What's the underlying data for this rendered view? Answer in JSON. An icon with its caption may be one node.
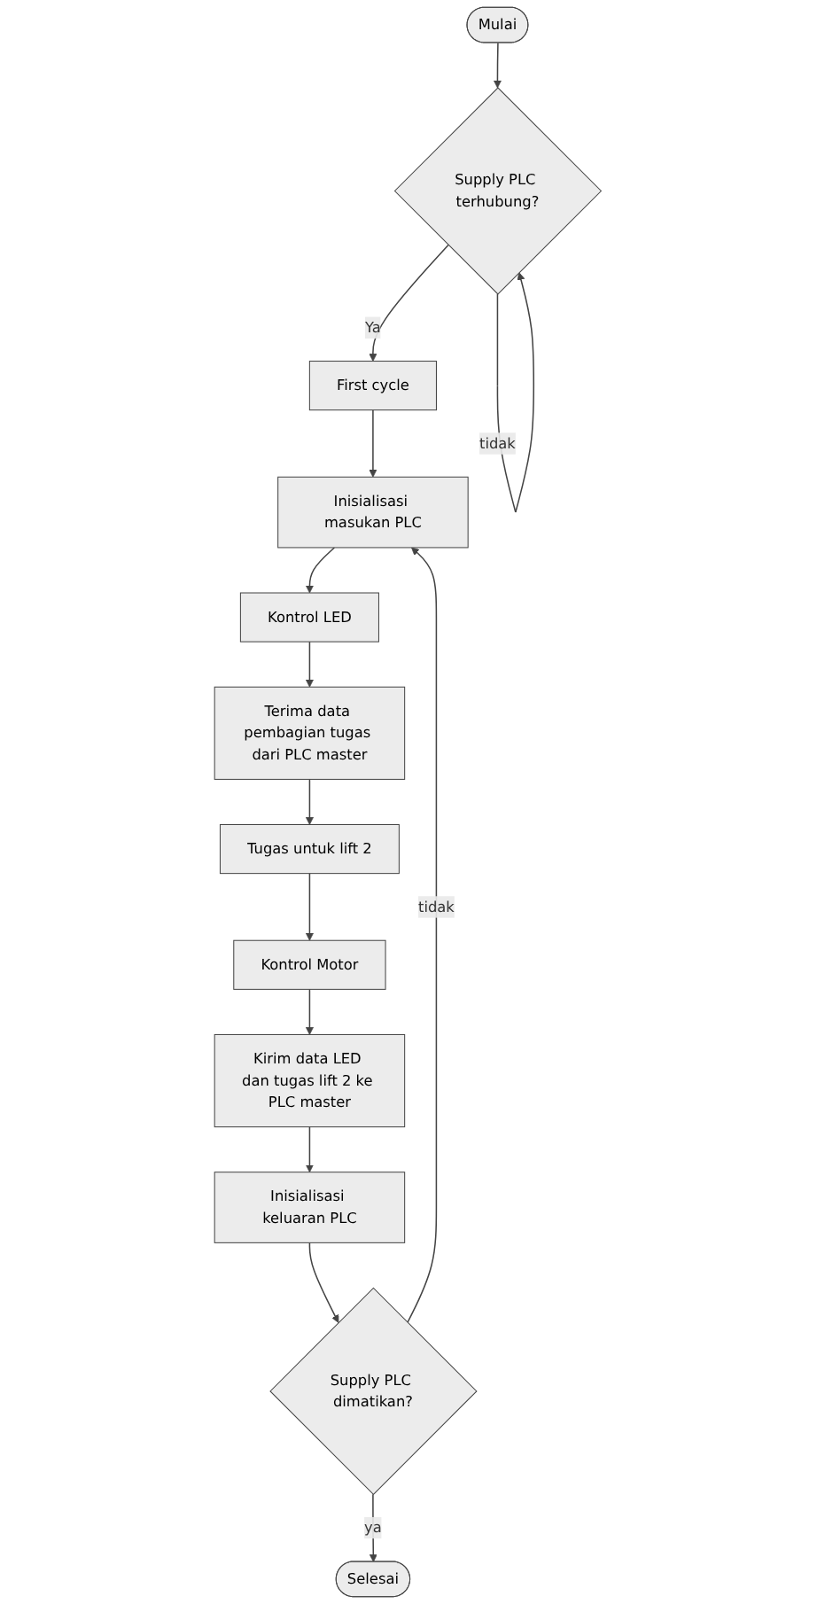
{
  "diagram": {
    "nodes": [
      {
        "text": [
          "Mulai"
        ]
      },
      {
        "text": [
          "Supply PLC terhubung?"
        ]
      },
      {
        "text": [
          "First cycle"
        ]
      },
      {
        "text": [
          "Inisialisasi masukan PLC"
        ]
      },
      {
        "text": [
          "Kontrol LED"
        ]
      },
      {
        "text": [
          "Terima data pembagian tugas dari PLC master"
        ]
      },
      {
        "text": [
          "Tugas untuk lift 2"
        ]
      },
      {
        "text": [
          "Kontrol Motor"
        ]
      },
      {
        "text": [
          "Kirim data LED dan tugas lift 2 ke PLC master"
        ]
      },
      {
        "text": [
          "Inisialisasi keluaran PLC"
        ]
      },
      {
        "text": [
          "Supply PLC dimatikan?"
        ]
      },
      {
        "text": [
          "Selesai"
        ]
      }
    ],
    "edges": [
      {
        "from": 0,
        "to": 1,
        "arrow": "to"
      },
      {
        "from": 1,
        "to": 1,
        "label": "tidak",
        "arrow": "to"
      },
      {
        "from": 1,
        "to": 2,
        "label": "Ya",
        "arrow": "to"
      },
      {
        "from": 2,
        "to": 3,
        "arrow": "to"
      },
      {
        "from": 3,
        "to": 4,
        "arrow": "to"
      },
      {
        "from": 4,
        "to": 5,
        "arrow": "to"
      },
      {
        "from": 5,
        "to": 6,
        "arrow": "to"
      },
      {
        "from": 6,
        "to": 7,
        "arrow": "to"
      },
      {
        "from": 7,
        "to": 8,
        "arrow": "to"
      },
      {
        "from": 8,
        "to": 9,
        "arrow": "to"
      },
      {
        "from": 9,
        "to": 10,
        "arrow": "to"
      },
      {
        "from": 10,
        "to": 3,
        "label": "tidak",
        "arrow": "to"
      },
      {
        "from": 10,
        "to": 11,
        "label": "ya",
        "arrow": "to"
      }
    ]
  }
}
